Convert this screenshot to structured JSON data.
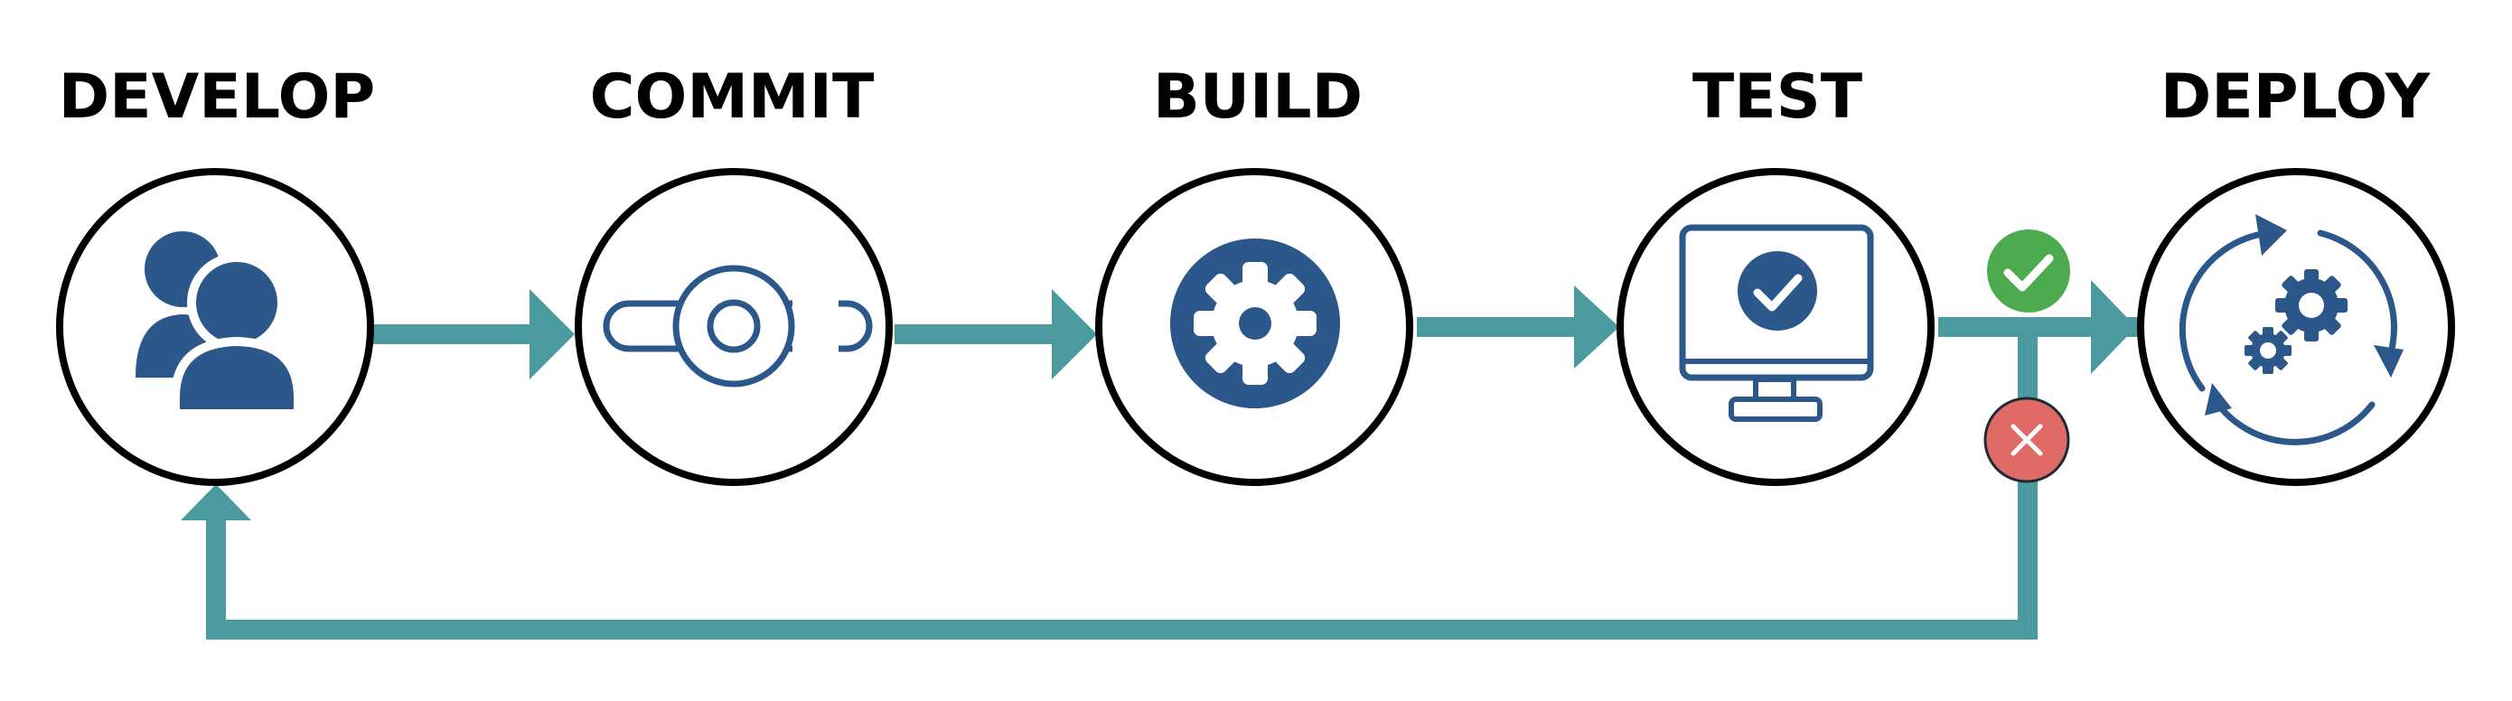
{
  "stages": [
    {
      "id": "develop",
      "label": "DEVELOP",
      "icon": "users-icon"
    },
    {
      "id": "commit",
      "label": "COMMIT",
      "icon": "commit-icon"
    },
    {
      "id": "build",
      "label": "BUILD",
      "icon": "gear-icon"
    },
    {
      "id": "test",
      "label": "TEST",
      "icon": "monitor-check-icon"
    },
    {
      "id": "deploy",
      "label": "DEPLOY",
      "icon": "cycle-gears-icon"
    }
  ],
  "status_markers": {
    "pass": {
      "icon": "check-icon",
      "color": "#4cab4f"
    },
    "fail": {
      "icon": "x-icon",
      "color": "#e06b66"
    }
  },
  "colors": {
    "arrow": "#4a9a9f",
    "icon": "#2b578b",
    "circle_stroke": "#000000",
    "label": "#000000"
  }
}
